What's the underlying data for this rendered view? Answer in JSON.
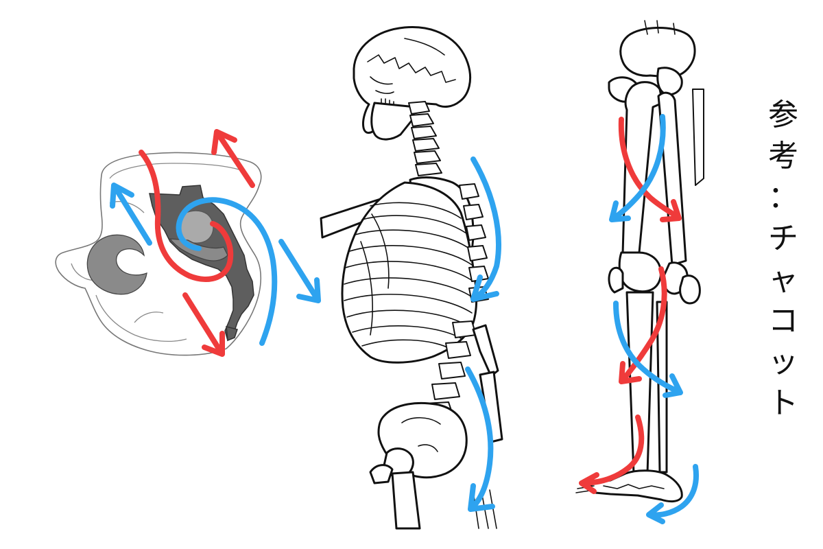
{
  "caption": {
    "lines": [
      "参",
      "考",
      "：",
      "チ",
      "ャ",
      "コ",
      "ッ",
      "ト"
    ]
  },
  "colors": {
    "red_arrow": "#ef3b3b",
    "blue_arrow": "#2ea3ef",
    "bone_outline": "#111111",
    "pelvis_dark": "#5e5e5e",
    "pelvis_mid": "#8a8a8a",
    "background": "#ffffff"
  },
  "icons": [
    "pelvis-illustration",
    "skeleton-side-illustration",
    "leg-skeleton-illustration",
    "red-arrow",
    "blue-arrow"
  ]
}
